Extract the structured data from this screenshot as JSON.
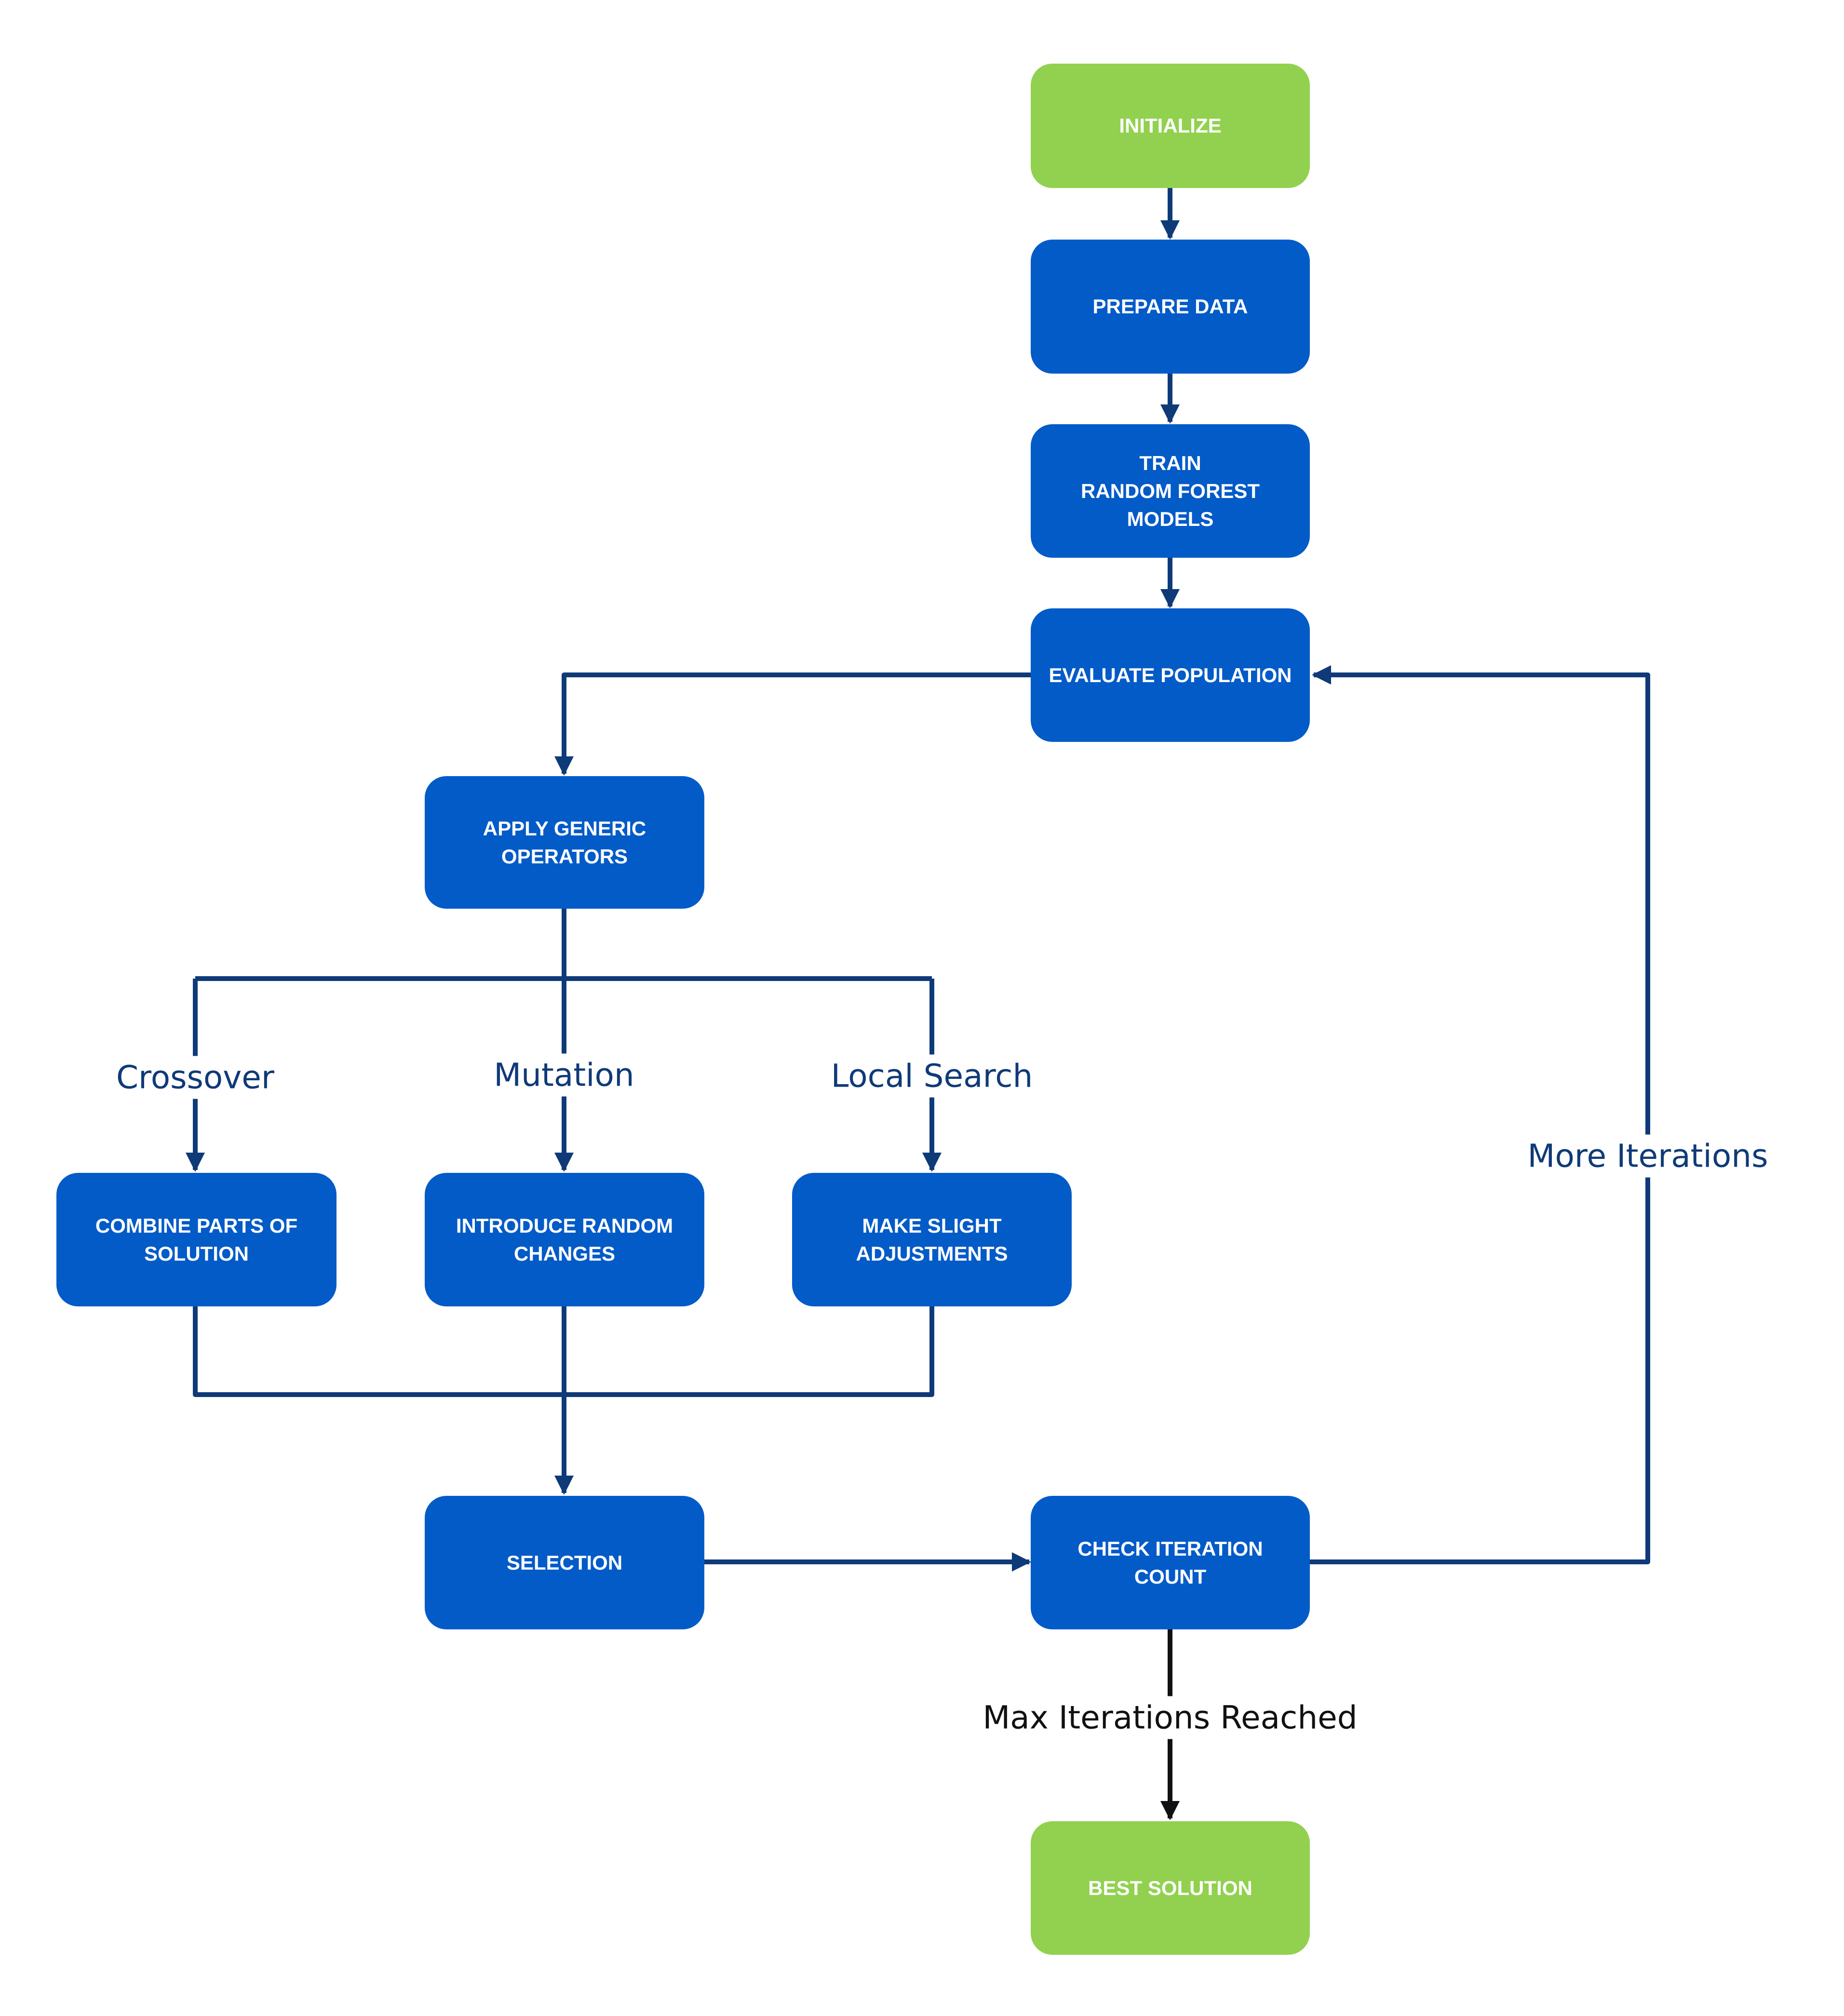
{
  "nodes": {
    "initialize": "INITIALIZE",
    "prepare_data": "PREPARE DATA",
    "train_models": "TRAIN\nRANDOM FOREST\nMODELS",
    "evaluate_population": "EVALUATE POPULATION",
    "apply_operators": "APPLY GENERIC\nOPERATORS",
    "combine_parts": "COMBINE PARTS OF\nSOLUTION",
    "introduce_changes": "INTRODUCE RANDOM\nCHANGES",
    "make_adjustments": "MAKE SLIGHT\nADJUSTMENTS",
    "selection": "SELECTION",
    "check_iteration": "CHECK ITERATION COUNT",
    "best_solution": "BEST SOLUTION"
  },
  "edge_labels": {
    "crossover": "Crossover",
    "mutation": "Mutation",
    "local_search": "Local Search",
    "more_iterations": "More Iterations",
    "max_iterations": "Max Iterations Reached"
  },
  "colors": {
    "process": "#035bc8",
    "terminal": "#91d14f",
    "connector": "#0f3a78",
    "terminal_connector": "#111111"
  }
}
